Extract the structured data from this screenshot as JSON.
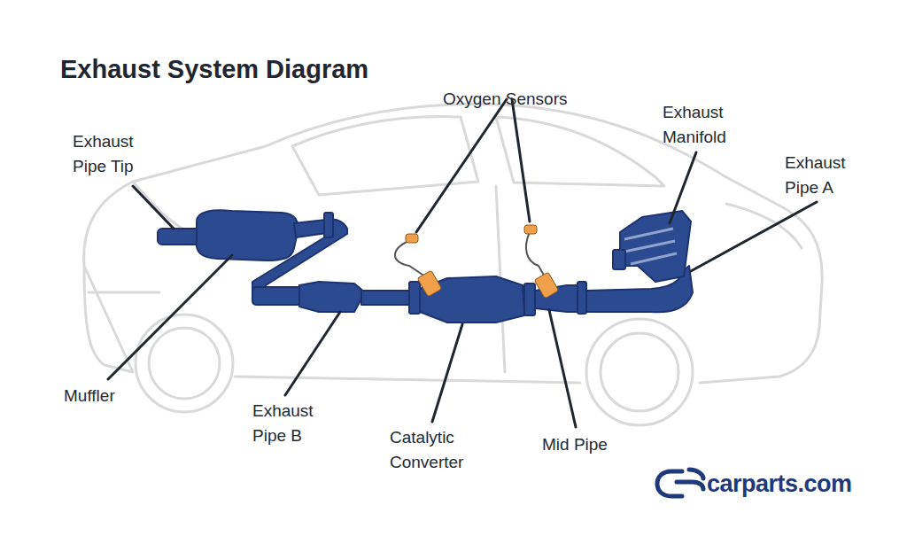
{
  "diagram": {
    "title": "Exhaust System Diagram",
    "labels": [
      "Exhaust Pipe Tip",
      "Oxygen Sensors",
      "Exhaust Manifold",
      "Exhaust Pipe A",
      "Muffler",
      "Exhaust Pipe B",
      "Catalytic Converter",
      "Mid Pipe",
      "carparts.com"
    ]
  }
}
